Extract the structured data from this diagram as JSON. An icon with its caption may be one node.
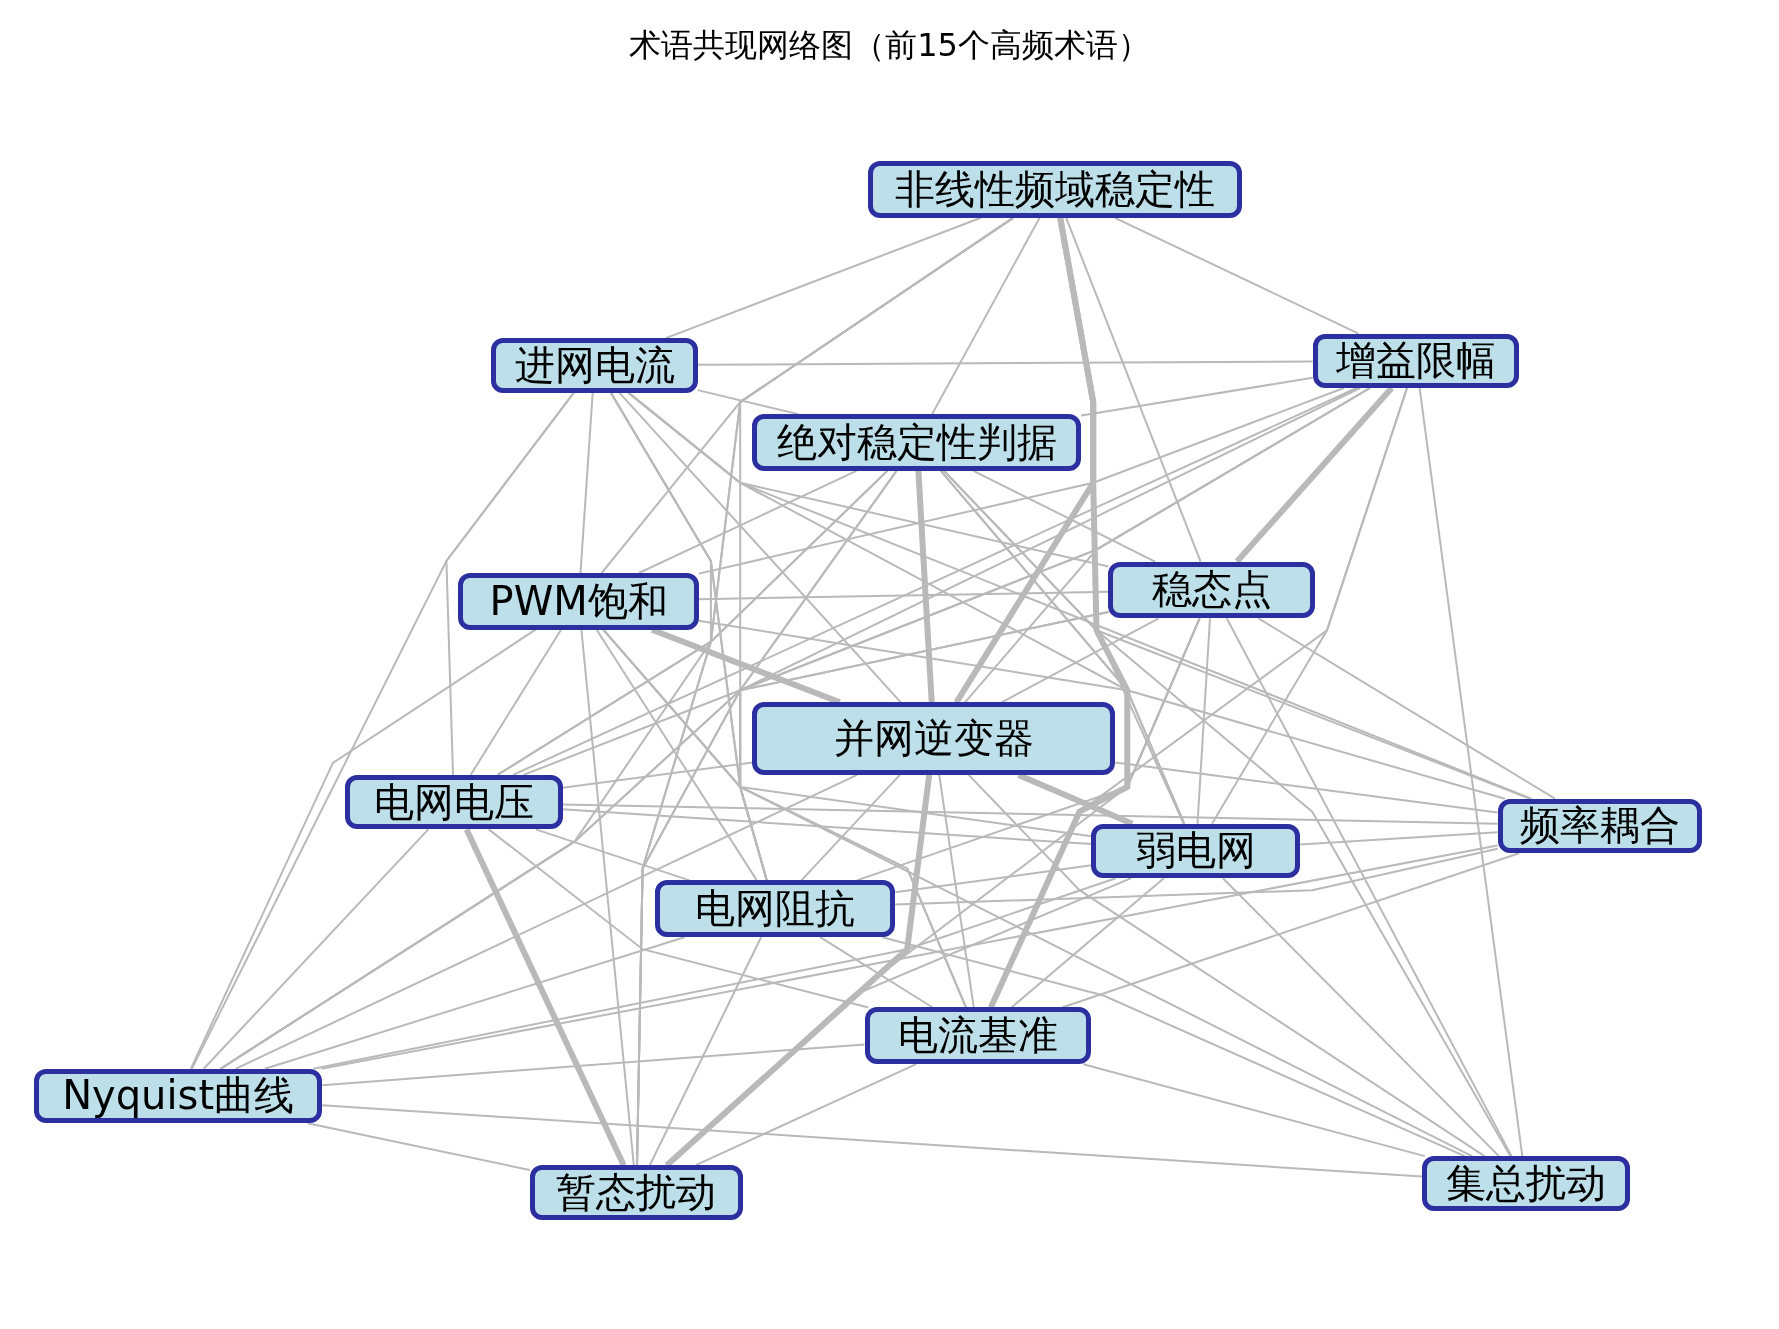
{
  "diagram": {
    "title": "术语共现网络图（前15个高频术语）",
    "nodes": [
      {
        "text": [
          "非线性频域稳定性"
        ]
      },
      {
        "text": [
          "进网电流"
        ]
      },
      {
        "text": [
          "增益限幅"
        ]
      },
      {
        "text": [
          "绝对稳定性判据"
        ]
      },
      {
        "text": [
          "PWM饱和"
        ]
      },
      {
        "text": [
          "稳态点"
        ]
      },
      {
        "text": [
          "并网逆变器"
        ]
      },
      {
        "text": [
          "电网电压"
        ]
      },
      {
        "text": [
          "频率耦合"
        ]
      },
      {
        "text": [
          "弱电网"
        ]
      },
      {
        "text": [
          "电网阻抗"
        ]
      },
      {
        "text": [
          "电流基准"
        ]
      },
      {
        "text": [
          "Nyquist曲线"
        ]
      },
      {
        "text": [
          "暂态扰动"
        ]
      },
      {
        "text": [
          "集总扰动"
        ]
      }
    ],
    "edges": [
      {
        "from": 0,
        "to": 1,
        "arrow": "none"
      },
      {
        "from": 0,
        "to": 2,
        "arrow": "none"
      },
      {
        "from": 0,
        "to": 3,
        "arrow": "none"
      },
      {
        "from": 0,
        "to": 4,
        "arrow": "none"
      },
      {
        "from": 0,
        "to": 6,
        "arrow": "none",
        "style": "thick"
      },
      {
        "from": 0,
        "to": 7,
        "arrow": "none"
      },
      {
        "from": 0,
        "to": 9,
        "arrow": "none"
      },
      {
        "from": 0,
        "to": 10,
        "arrow": "none"
      },
      {
        "from": 0,
        "to": 11,
        "arrow": "none",
        "style": "thick"
      },
      {
        "from": 0,
        "to": 5,
        "arrow": "none"
      },
      {
        "from": 0,
        "to": 13,
        "arrow": "none"
      },
      {
        "from": 1,
        "to": 2,
        "arrow": "none"
      },
      {
        "from": 1,
        "to": 3,
        "arrow": "none"
      },
      {
        "from": 1,
        "to": 4,
        "arrow": "none"
      },
      {
        "from": 1,
        "to": 7,
        "arrow": "none"
      },
      {
        "from": 1,
        "to": 12,
        "arrow": "none"
      },
      {
        "from": 1,
        "to": 6,
        "arrow": "none"
      },
      {
        "from": 1,
        "to": 10,
        "arrow": "none"
      },
      {
        "from": 1,
        "to": 11,
        "arrow": "none"
      },
      {
        "from": 1,
        "to": 9,
        "arrow": "none"
      },
      {
        "from": 1,
        "to": 5,
        "arrow": "none"
      },
      {
        "from": 1,
        "to": 8,
        "arrow": "none"
      },
      {
        "from": 1,
        "to": 13,
        "arrow": "none"
      },
      {
        "from": 2,
        "to": 3,
        "arrow": "none"
      },
      {
        "from": 2,
        "to": 4,
        "arrow": "none"
      },
      {
        "from": 2,
        "to": 5,
        "arrow": "none",
        "style": "thick"
      },
      {
        "from": 2,
        "to": 6,
        "arrow": "none"
      },
      {
        "from": 2,
        "to": 7,
        "arrow": "none"
      },
      {
        "from": 2,
        "to": 9,
        "arrow": "none"
      },
      {
        "from": 2,
        "to": 10,
        "arrow": "none"
      },
      {
        "from": 2,
        "to": 11,
        "arrow": "none"
      },
      {
        "from": 2,
        "to": 13,
        "arrow": "none"
      },
      {
        "from": 2,
        "to": 14,
        "arrow": "none"
      },
      {
        "from": 2,
        "to": 12,
        "arrow": "none"
      },
      {
        "from": 3,
        "to": 4,
        "arrow": "none"
      },
      {
        "from": 3,
        "to": 5,
        "arrow": "none"
      },
      {
        "from": 3,
        "to": 6,
        "arrow": "none",
        "style": "thick"
      },
      {
        "from": 3,
        "to": 7,
        "arrow": "none"
      },
      {
        "from": 3,
        "to": 10,
        "arrow": "none"
      },
      {
        "from": 3,
        "to": 9,
        "arrow": "none"
      },
      {
        "from": 3,
        "to": 11,
        "arrow": "none"
      },
      {
        "from": 3,
        "to": 13,
        "arrow": "none"
      },
      {
        "from": 3,
        "to": 8,
        "arrow": "none"
      },
      {
        "from": 3,
        "to": 14,
        "arrow": "none"
      },
      {
        "from": 3,
        "to": 12,
        "arrow": "none"
      },
      {
        "from": 4,
        "to": 5,
        "arrow": "none"
      },
      {
        "from": 4,
        "to": 6,
        "arrow": "none",
        "style": "thick"
      },
      {
        "from": 4,
        "to": 7,
        "arrow": "none"
      },
      {
        "from": 4,
        "to": 10,
        "arrow": "none"
      },
      {
        "from": 4,
        "to": 11,
        "arrow": "none"
      },
      {
        "from": 4,
        "to": 13,
        "arrow": "none"
      },
      {
        "from": 4,
        "to": 9,
        "arrow": "none"
      },
      {
        "from": 4,
        "to": 12,
        "arrow": "none"
      },
      {
        "from": 4,
        "to": 8,
        "arrow": "none"
      },
      {
        "from": 4,
        "to": 14,
        "arrow": "none"
      },
      {
        "from": 5,
        "to": 6,
        "arrow": "none"
      },
      {
        "from": 5,
        "to": 7,
        "arrow": "none"
      },
      {
        "from": 5,
        "to": 8,
        "arrow": "none"
      },
      {
        "from": 5,
        "to": 9,
        "arrow": "none"
      },
      {
        "from": 5,
        "to": 10,
        "arrow": "none"
      },
      {
        "from": 5,
        "to": 11,
        "arrow": "none"
      },
      {
        "from": 5,
        "to": 13,
        "arrow": "none"
      },
      {
        "from": 5,
        "to": 14,
        "arrow": "none"
      },
      {
        "from": 5,
        "to": 12,
        "arrow": "none"
      },
      {
        "from": 6,
        "to": 7,
        "arrow": "none"
      },
      {
        "from": 6,
        "to": 9,
        "arrow": "none",
        "style": "thick"
      },
      {
        "from": 6,
        "to": 10,
        "arrow": "none"
      },
      {
        "from": 6,
        "to": 11,
        "arrow": "none"
      },
      {
        "from": 6,
        "to": 12,
        "arrow": "none"
      },
      {
        "from": 6,
        "to": 13,
        "arrow": "none",
        "style": "thick"
      },
      {
        "from": 6,
        "to": 8,
        "arrow": "none"
      },
      {
        "from": 6,
        "to": 14,
        "arrow": "none"
      },
      {
        "from": 7,
        "to": 9,
        "arrow": "none"
      },
      {
        "from": 7,
        "to": 10,
        "arrow": "none"
      },
      {
        "from": 7,
        "to": 11,
        "arrow": "none"
      },
      {
        "from": 7,
        "to": 13,
        "arrow": "none",
        "style": "thick"
      },
      {
        "from": 7,
        "to": 12,
        "arrow": "none"
      },
      {
        "from": 7,
        "to": 8,
        "arrow": "none"
      },
      {
        "from": 8,
        "to": 9,
        "arrow": "none"
      },
      {
        "from": 8,
        "to": 10,
        "arrow": "none"
      },
      {
        "from": 8,
        "to": 11,
        "arrow": "none"
      },
      {
        "from": 8,
        "to": 12,
        "arrow": "none"
      },
      {
        "from": 9,
        "to": 10,
        "arrow": "none"
      },
      {
        "from": 9,
        "to": 11,
        "arrow": "none"
      },
      {
        "from": 9,
        "to": 12,
        "arrow": "none"
      },
      {
        "from": 9,
        "to": 13,
        "arrow": "none"
      },
      {
        "from": 9,
        "to": 14,
        "arrow": "none"
      },
      {
        "from": 10,
        "to": 11,
        "arrow": "none"
      },
      {
        "from": 10,
        "to": 13,
        "arrow": "none"
      },
      {
        "from": 10,
        "to": 12,
        "arrow": "none"
      },
      {
        "from": 10,
        "to": 14,
        "arrow": "none"
      },
      {
        "from": 11,
        "to": 13,
        "arrow": "none"
      },
      {
        "from": 11,
        "to": 12,
        "arrow": "none"
      },
      {
        "from": 11,
        "to": 14,
        "arrow": "none"
      },
      {
        "from": 12,
        "to": 13,
        "arrow": "none"
      },
      {
        "from": 12,
        "to": 14,
        "arrow": "none"
      }
    ]
  }
}
